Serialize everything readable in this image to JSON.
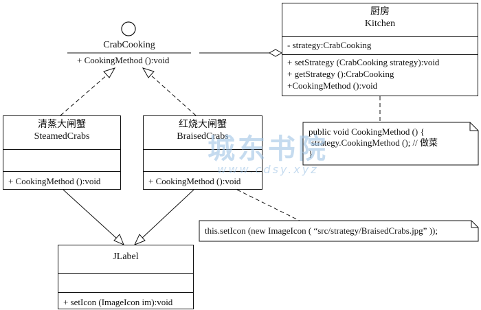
{
  "interface": {
    "name": "CrabCooking",
    "operation": "+ CookingMethod ():void"
  },
  "kitchen": {
    "name_cn": "厨房",
    "name_en": "Kitchen",
    "attribute": "- strategy:CrabCooking",
    "operations": [
      "+ setStrategy (CrabCooking strategy):void",
      "+ getStrategy ():CrabCooking",
      "+CookingMethod ():void"
    ]
  },
  "steamed": {
    "name_cn": "清蒸大闸蟹",
    "name_en": "SteamedCrabs",
    "operation": "+ CookingMethod ():void"
  },
  "braised": {
    "name_cn": "红烧大闸蟹",
    "name_en": "BraisedCrabs",
    "operation": "+ CookingMethod ():void"
  },
  "jlabel": {
    "name": "JLabel",
    "operation": "+ setIcon (ImageIcon im):void"
  },
  "note1": {
    "line1": "public void CookingMethod () {",
    "line2": "strategy.CookingMethod ();  // 做菜",
    "line3": "}"
  },
  "note2": {
    "text": "this.setIcon (new ImageIcon ( “src/strategy/BraisedCrabs.jpg” ));"
  },
  "watermark": {
    "line1": "城东书院",
    "line2": "www.cdsy.xyz"
  }
}
